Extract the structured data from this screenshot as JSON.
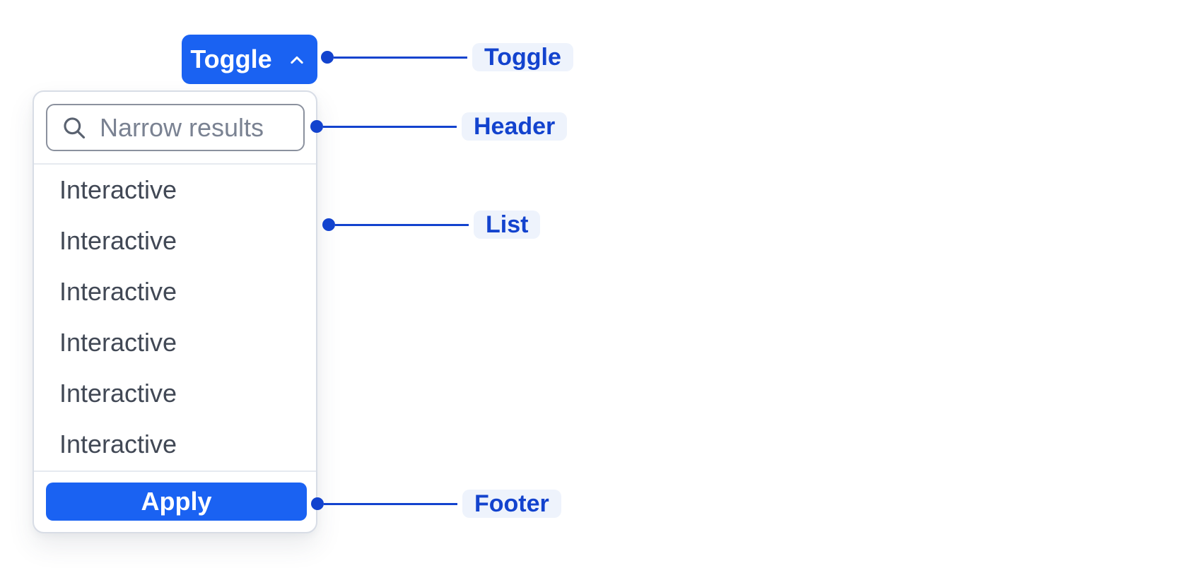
{
  "colors": {
    "primary_button": "#1A62F2",
    "annotation_blue": "#1343CE",
    "annotation_pill_bg": "#EEF3FC",
    "panel_border": "#D8DDE6",
    "input_border": "#8B919E",
    "divider": "#E6EAF0",
    "list_text": "#414855",
    "placeholder_text": "#7A8292"
  },
  "toggle_button": {
    "label": "Toggle",
    "icon": "chevron-up-icon"
  },
  "popover": {
    "header": {
      "icon": "search-icon",
      "search_value": "",
      "search_placeholder": "Narrow results"
    },
    "list": {
      "items": [
        "Interactive",
        "Interactive",
        "Interactive",
        "Interactive",
        "Interactive",
        "Interactive"
      ]
    },
    "footer": {
      "apply_label": "Apply"
    }
  },
  "annotations": {
    "toggle": {
      "label": "Toggle"
    },
    "header": {
      "label": "Header"
    },
    "list": {
      "label": "List"
    },
    "footer": {
      "label": "Footer"
    }
  }
}
